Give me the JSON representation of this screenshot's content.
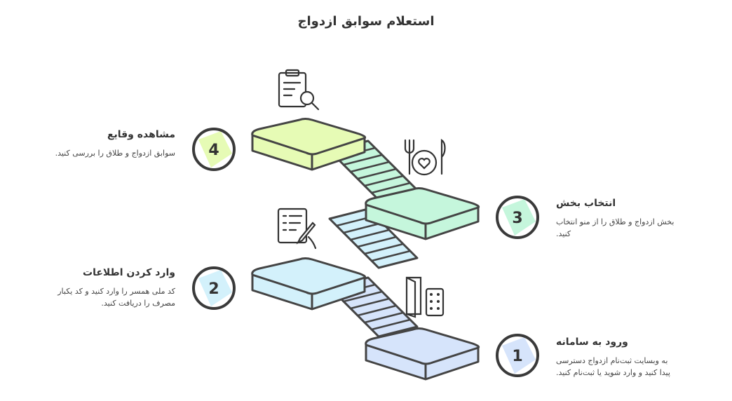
{
  "title": "استعلام سوابق ازدواج",
  "steps": [
    {
      "number": "1",
      "title": "ورود به سامانه",
      "description": "به وبسایت ثبت‌نام ازدواج دسترسی پیدا کنید و وارد شوید یا ثبت‌نام کنید.",
      "color": "#d6e4fb",
      "icon": "door-keypad-icon"
    },
    {
      "number": "2",
      "title": "وارد کردن اطلاعات",
      "description": "کد ملی همسر را وارد کنید و کد یکبار مصرف را دریافت کنید.",
      "color": "#d3f1fb",
      "icon": "form-pen-icon"
    },
    {
      "number": "3",
      "title": "انتخاب بخش",
      "description": "بخش ازدواج و طلاق را از منو انتخاب کنید.",
      "color": "#c5f6dc",
      "icon": "fork-heart-knife-icon"
    },
    {
      "number": "4",
      "title": "مشاهده وقایع",
      "description": "سوابق ازدواج و طلاق را بررسی کنید.",
      "color": "#e6fbb5",
      "icon": "clipboard-search-icon"
    }
  ]
}
